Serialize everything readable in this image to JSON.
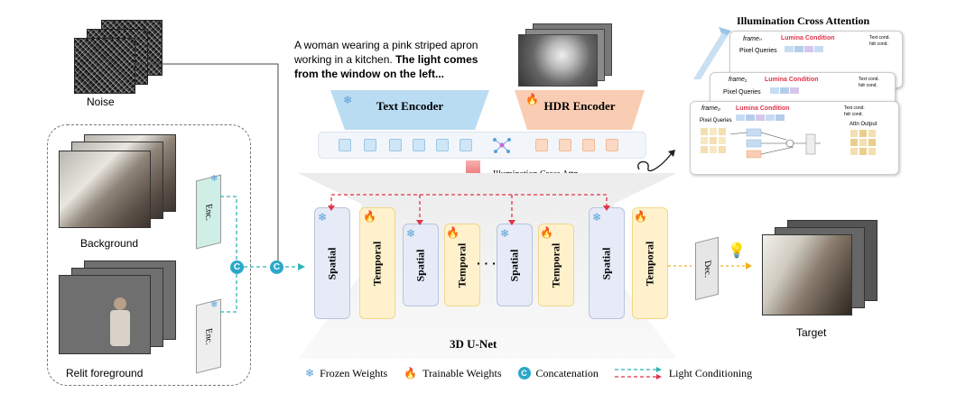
{
  "noise_label": "Noise",
  "prompt": {
    "line1": "A woman wearing a pink striped apron",
    "line2": "working in a kitchen.",
    "line2_bold": "The light comes",
    "line3_bold": "from the window on the left..."
  },
  "text_encoder": "Text Encoder",
  "hdr_encoder": "HDR Encoder",
  "illum_attn_label": "Illumination Cross Attn.",
  "attn_panel": {
    "title": "Illumination Cross Attention",
    "frame_n": "frameₙ",
    "frame_1": "frame₁",
    "frame_0": "frame₀",
    "lumina_condition": "Lumina Condition",
    "pixel_queries": "Pixel Queries",
    "attn_output": "Attn Output",
    "text_cond": "Text cond.",
    "hdr_cond": "hdr cond."
  },
  "left": {
    "background_label": "Background",
    "relit_label": "Relit foreground",
    "enc_label": "Enc."
  },
  "unet": {
    "title": "3D U-Net",
    "spatial": "Spatial",
    "temporal": "Temporal",
    "ellipsis": "· · ·"
  },
  "dec_label": "Dec.",
  "target_label": "Target",
  "concat_symbol": "C",
  "legend": {
    "frozen": "Frozen Weights",
    "trainable": "Trainable Weights",
    "concat": "Concatenation",
    "light": "Light Conditioning"
  },
  "colors": {
    "spatial_fill": "#e6ebf7",
    "temporal_fill": "#fff1cc",
    "text_encoder_fill": "#b9dcf2",
    "hdr_encoder_fill": "#f9cdb3",
    "cyan_arrow": "#2bb5b5",
    "red_arrow": "#e0344a",
    "concat_fill": "#2ba8c9"
  },
  "icons": {
    "frozen": "snowflake-icon",
    "trainable": "fire-icon",
    "decoder_light": "lightbulb-icon"
  }
}
